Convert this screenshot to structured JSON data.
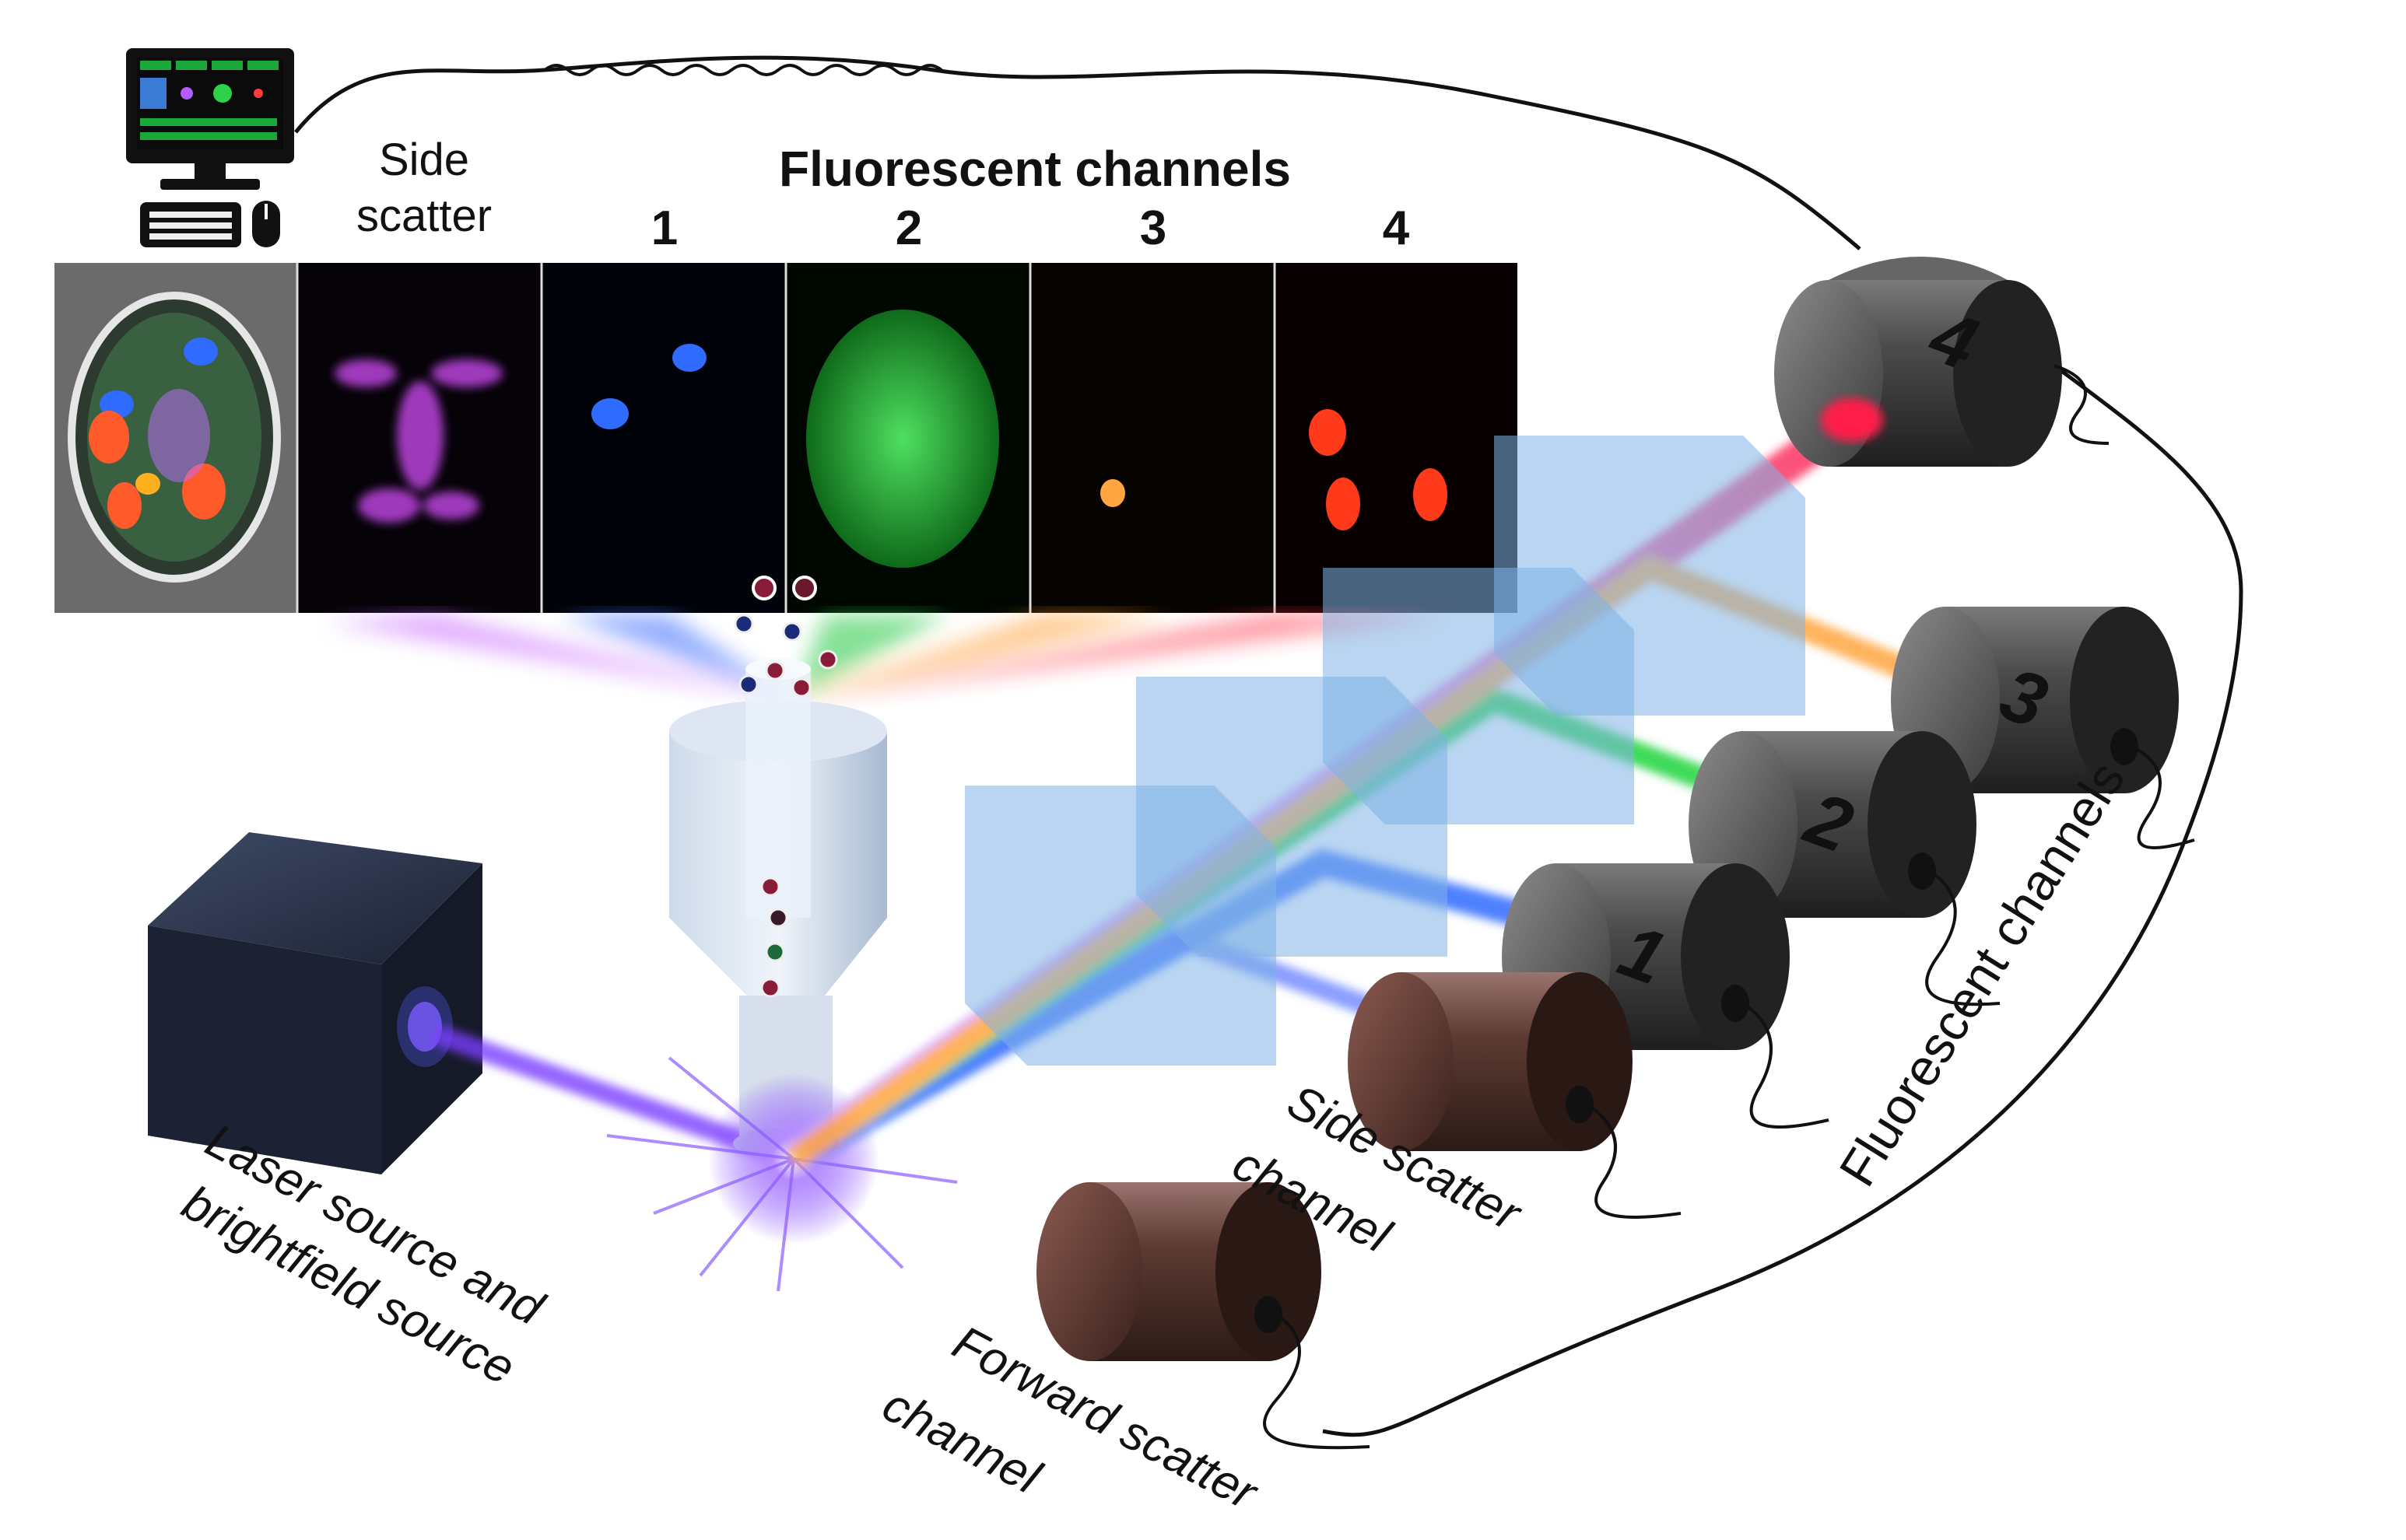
{
  "headers": {
    "side_scatter_line1": "Side",
    "side_scatter_line2": "scatter",
    "fluorescent_title": "Fluorescent channels",
    "channel_numbers": [
      "1",
      "2",
      "3",
      "4"
    ]
  },
  "detector_numbers": [
    "1",
    "2",
    "3",
    "4"
  ],
  "labels": {
    "laser_line1": "Laser source and",
    "laser_line2": "brightfield source",
    "side_channel_line1": "Side scatter",
    "side_channel_line2": "channel",
    "forward_channel_line1": "Forward scatter",
    "forward_channel_line2": "channel",
    "fluorescent_channels_vertical": "Fluorescent channels"
  },
  "icons": [
    "computer-monitor-icon",
    "keyboard-icon",
    "mouse-icon"
  ],
  "colors": {
    "laser": "#7a3cff",
    "channel_1": "#2f6bff",
    "channel_2": "#1fd43a",
    "channel_3": "#ffa640",
    "channel_4": "#ff1f4a",
    "dichroic_filter": "#7fb3e6",
    "scatter_detector": "#5a3a32",
    "fluor_detector": "#4a4a4a"
  }
}
